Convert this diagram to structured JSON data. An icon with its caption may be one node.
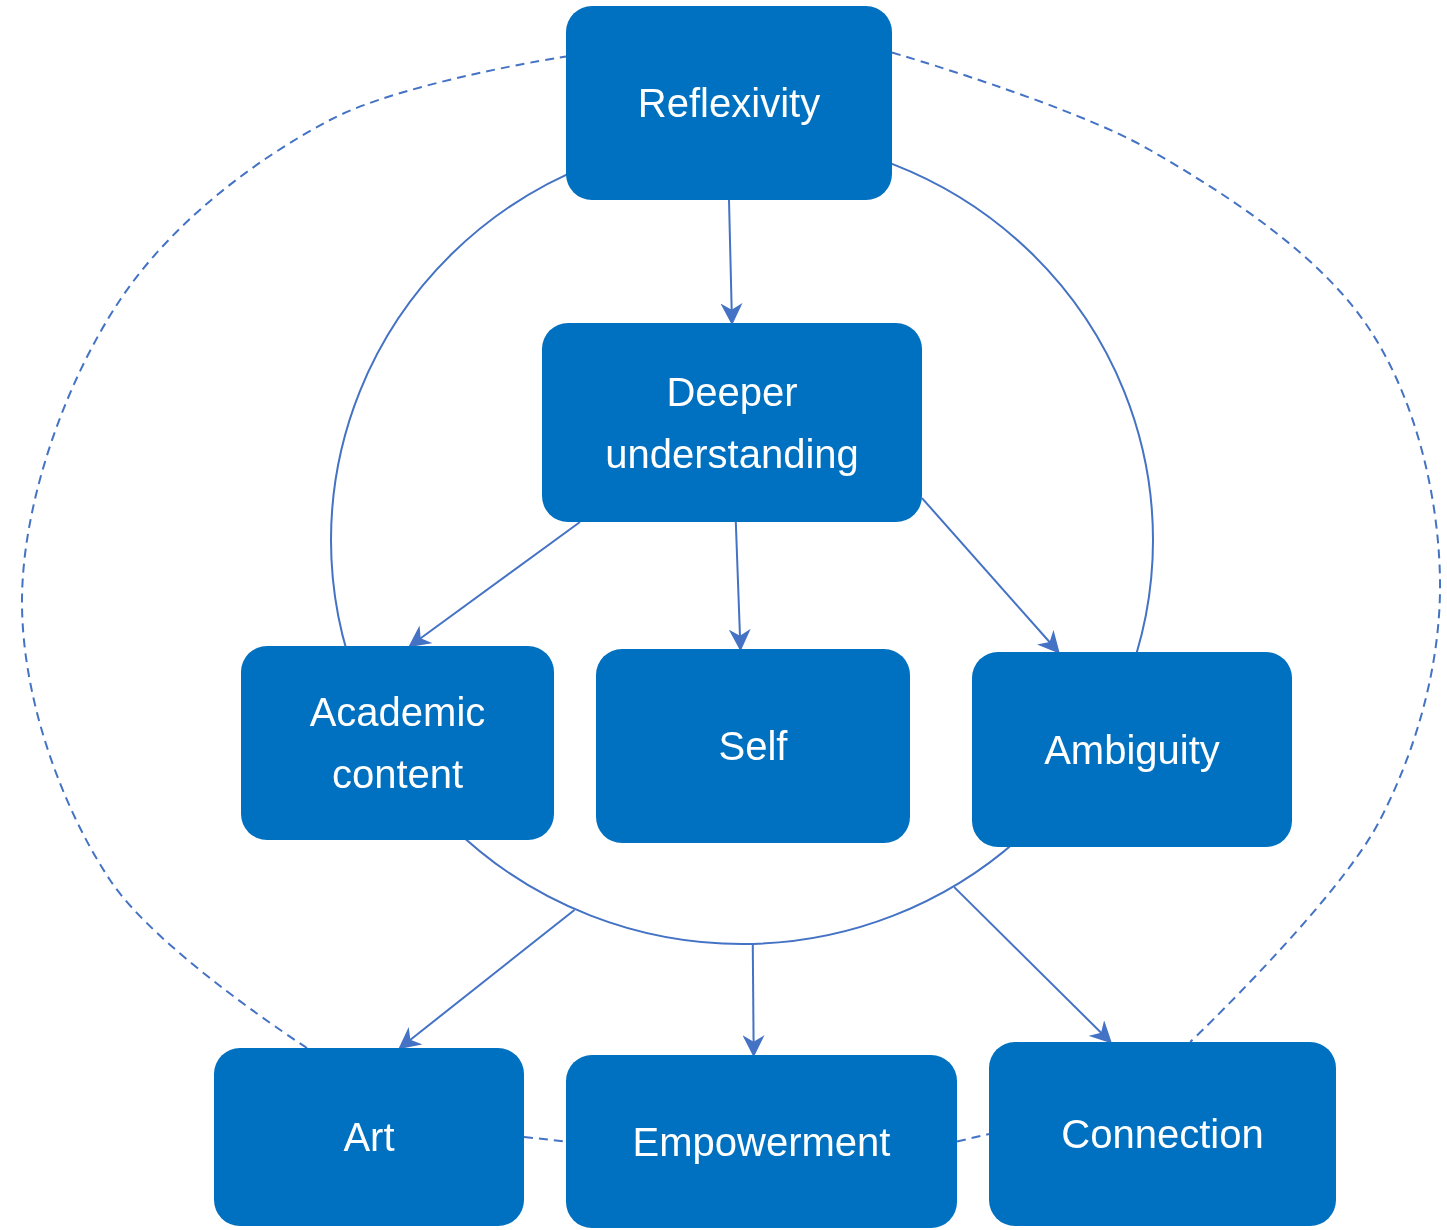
{
  "diagram": {
    "nodes": [
      {
        "text": [],
        "shape": "circle"
      },
      {
        "text": [
          "Reflexivity"
        ]
      },
      {
        "text": [
          "Deeper understanding"
        ],
        "in": 0
      },
      {
        "text": [
          "Academic content"
        ]
      },
      {
        "text": [
          "Self"
        ],
        "in": 0
      },
      {
        "text": [
          "Ambiguity"
        ]
      },
      {
        "text": [
          "Art"
        ]
      },
      {
        "text": [
          "Empowerment"
        ]
      },
      {
        "text": [
          "Connection"
        ]
      }
    ],
    "edges": [
      {
        "from": 1,
        "to": 2,
        "arrow": "to"
      },
      {
        "from": 2,
        "to": 3,
        "arrow": "to"
      },
      {
        "from": 2,
        "to": 4,
        "arrow": "to"
      },
      {
        "from": 2,
        "to": 5,
        "arrow": "to"
      },
      {
        "from": 0,
        "to": 6,
        "arrow": "to"
      },
      {
        "from": 0,
        "to": 7,
        "arrow": "to"
      },
      {
        "from": 0,
        "to": 8,
        "arrow": "to"
      },
      {
        "from": 6,
        "to": 1,
        "arrow": "none",
        "style": "dashed"
      },
      {
        "from": 1,
        "to": 8,
        "arrow": "none",
        "style": "dashed"
      },
      {
        "from": 6,
        "to": 7,
        "arrow": "none",
        "style": "dashed"
      },
      {
        "from": 7,
        "to": 8,
        "arrow": "none",
        "style": "dashed"
      }
    ]
  }
}
